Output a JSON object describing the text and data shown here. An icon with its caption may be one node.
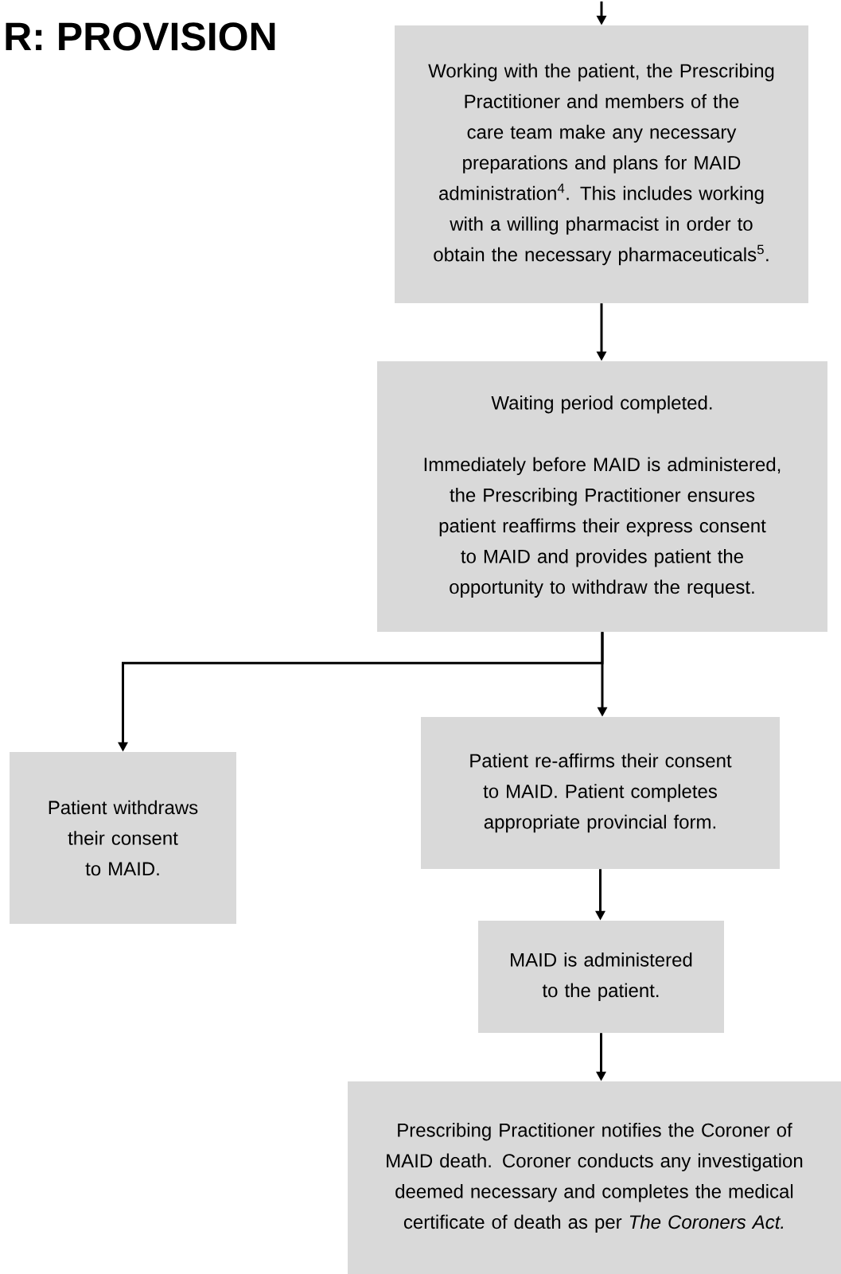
{
  "diagram": {
    "title": "R: PROVISION",
    "nodes": [
      {
        "text": [
          "Working with the patient, the Prescribing Practitioner and members of the care team make any necessary preparations and plans for MAID administration$^{4}$. This includes working with a willing pharmacist in order to obtain the necessary pharmaceuticals$^{5}$."
        ]
      },
      {
        "text": [
          "Waiting period completed.",
          "Immediately before MAID is administered,  the Prescribing Practitioner ensures patient reaffirms their express consent to MAID and provides patient the opportunity to withdraw the request."
        ]
      },
      {
        "text": [
          "Patient withdraws their consent to MAID."
        ]
      },
      {
        "text": [
          "Patient re-affirms their consent to MAID. Patient completes appropriate provincial form."
        ]
      },
      {
        "text": [
          "MAID is administered to the patient."
        ]
      },
      {
        "text": [
          "Prescribing Practitioner notifies the Coroner of MAID death. Coroner conducts any investigation deemed necessary and completes the medical certificate of death as per *The Coroners Act.*"
        ]
      }
    ],
    "edges": [
      {
        "from": null,
        "to": 0,
        "arrow": "to"
      },
      {
        "from": 0,
        "to": 1,
        "arrow": "to"
      },
      {
        "from": 1,
        "to": 2,
        "arrow": "to"
      },
      {
        "from": 1,
        "to": 3,
        "arrow": "to"
      },
      {
        "from": 3,
        "to": 4,
        "arrow": "to"
      },
      {
        "from": 4,
        "to": 5,
        "arrow": "to"
      }
    ]
  }
}
